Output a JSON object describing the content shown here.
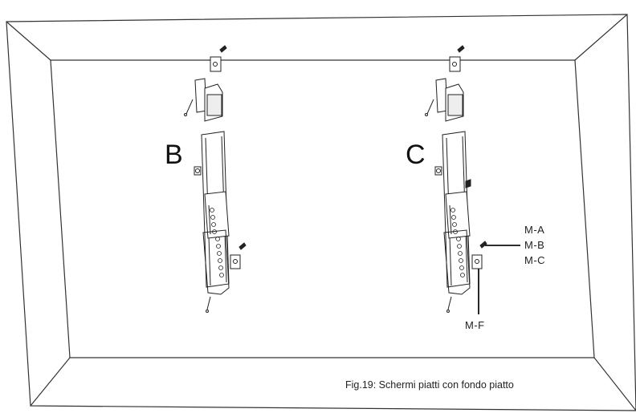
{
  "labels": {
    "bracket_left": "B",
    "bracket_right": "C",
    "hardware_a": "M-A",
    "hardware_b": "M-B",
    "hardware_c": "M-C",
    "hardware_f": "M-F"
  },
  "caption": "Fig.19: Schermi piatti con fondo piatto"
}
